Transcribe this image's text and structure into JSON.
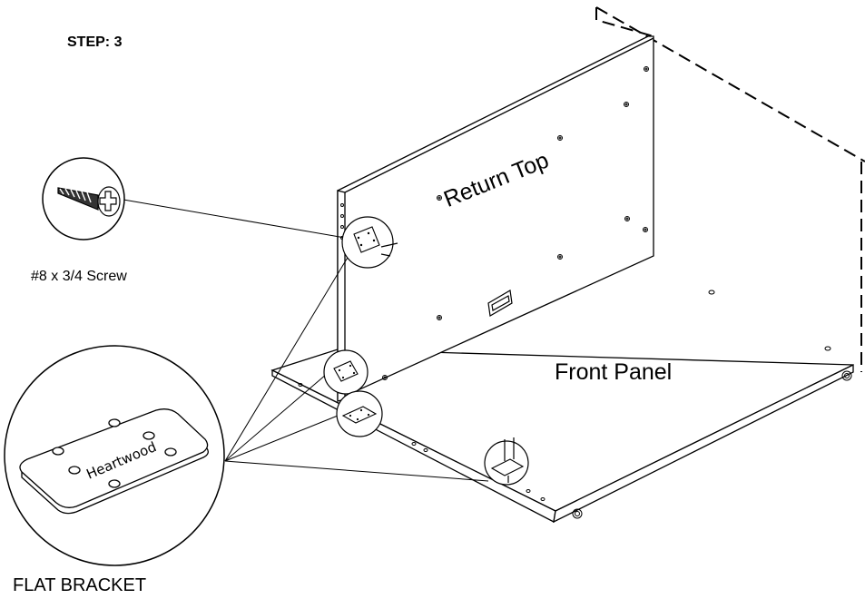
{
  "step": "STEP: 3",
  "panels": {
    "return_top": "Return Top",
    "front_panel": "Front Panel"
  },
  "parts": {
    "screw": {
      "label": "#8 x 3/4 Screw",
      "icon": "phillips-screw-icon"
    },
    "bracket": {
      "label": "FLAT BRACKET",
      "logo": "Heartwood",
      "icon": "flat-bracket-icon"
    }
  },
  "colors": {
    "line": "#000000",
    "background": "#ffffff"
  }
}
